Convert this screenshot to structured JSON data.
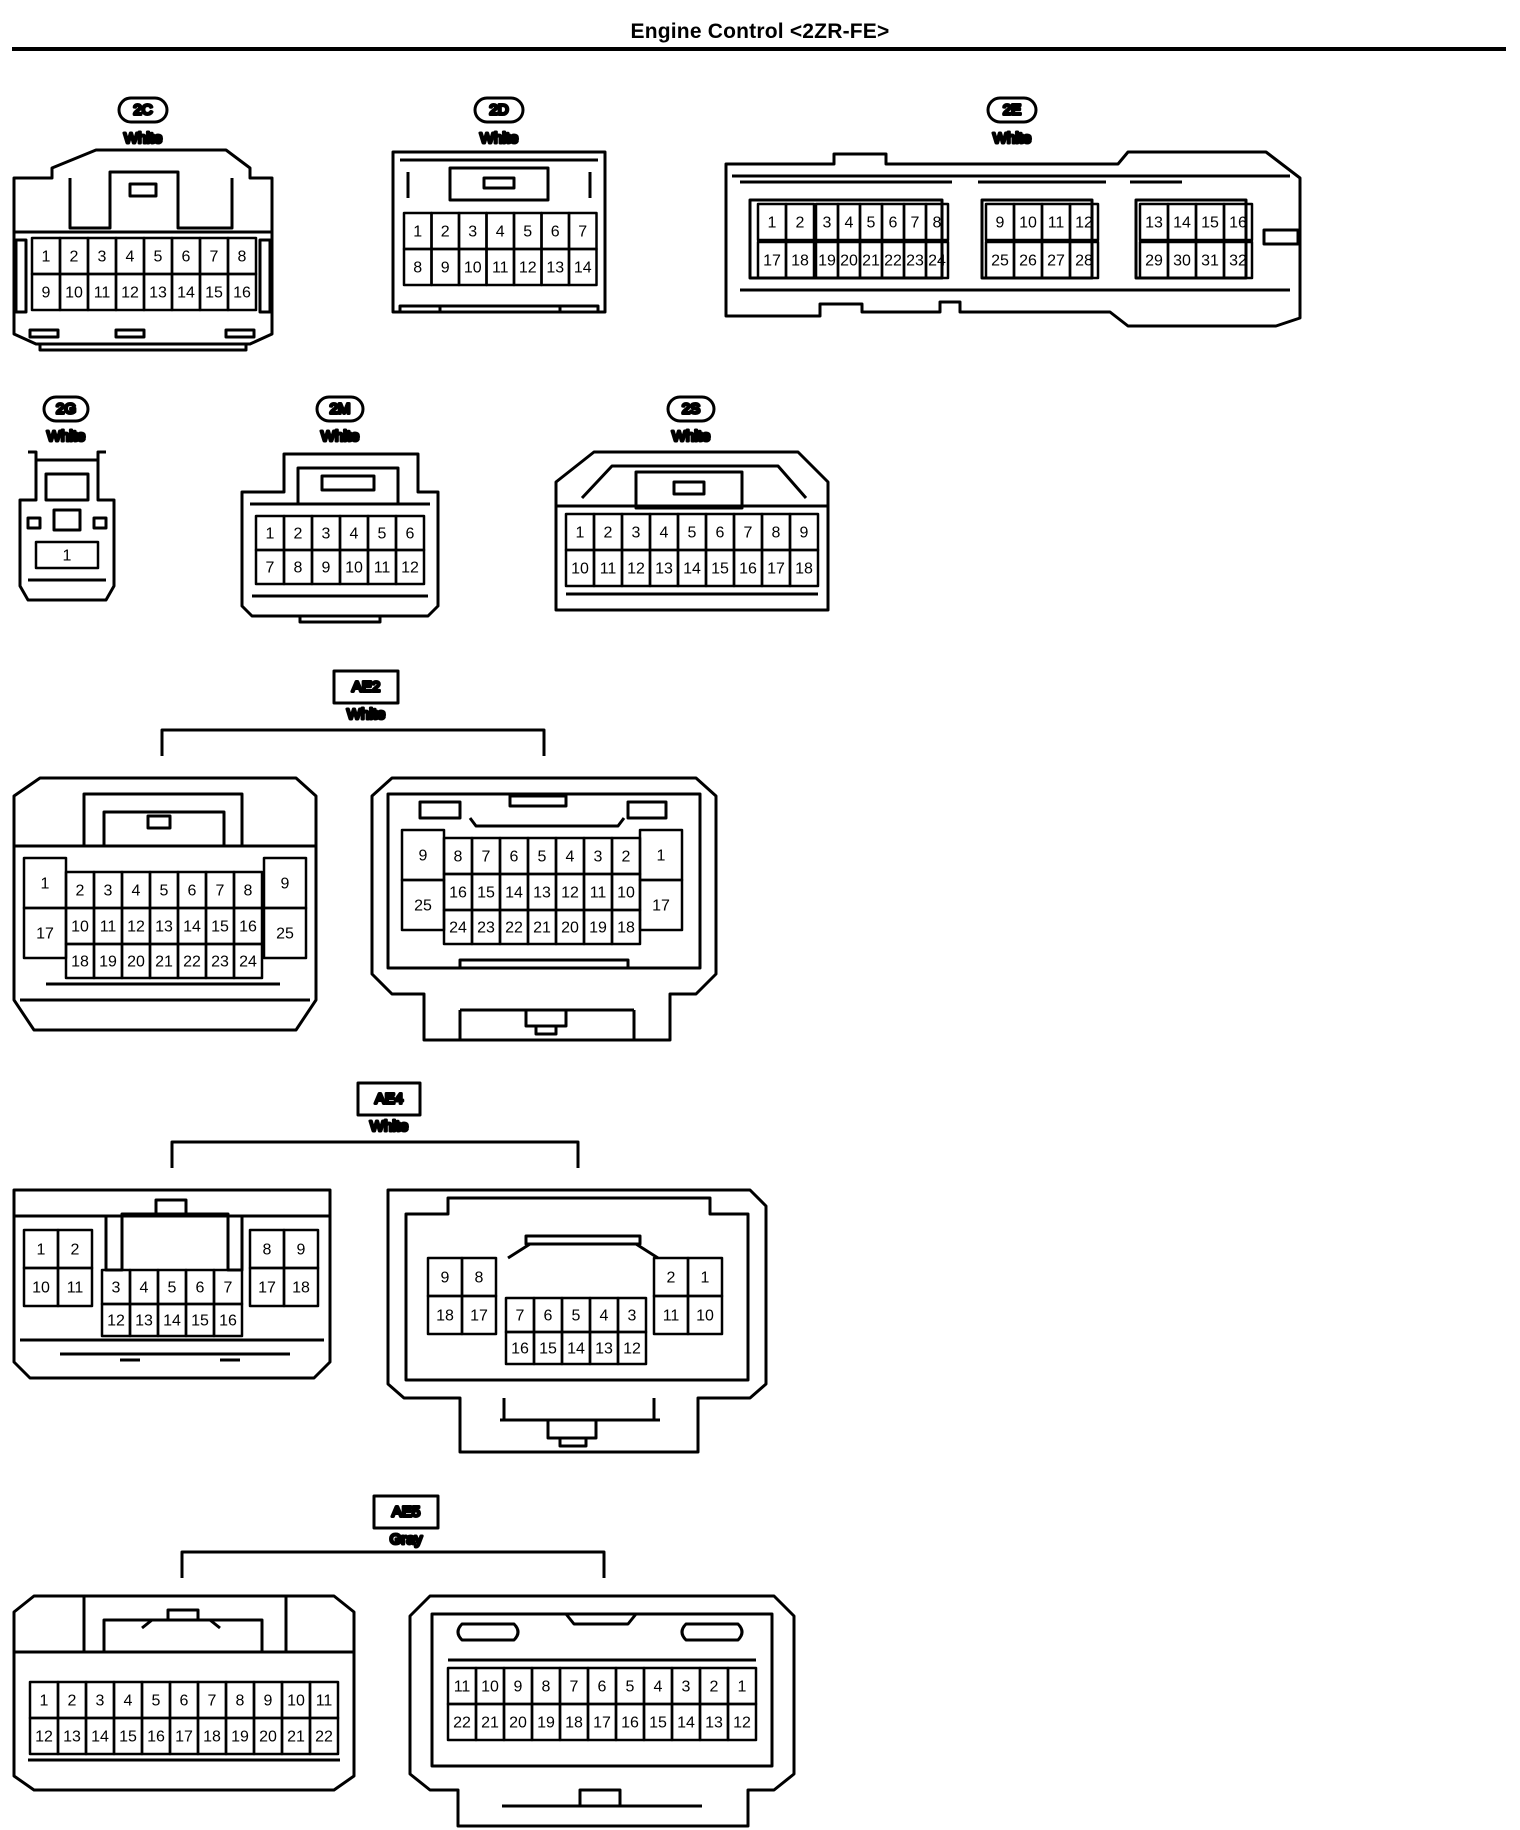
{
  "title": "Engine Control <2ZR-FE>",
  "connectors": [
    {
      "id": "2C",
      "color": "White",
      "cavities": [
        [
          "1",
          "2",
          "3",
          "4",
          "5",
          "6",
          "7",
          "8"
        ],
        [
          "9",
          "10",
          "11",
          "12",
          "13",
          "14",
          "15",
          "16"
        ]
      ]
    },
    {
      "id": "2D",
      "color": "White",
      "cavities": [
        [
          "1",
          "2",
          "3",
          "4",
          "5",
          "6",
          "7"
        ],
        [
          "8",
          "9",
          "10",
          "11",
          "12",
          "13",
          "14"
        ]
      ]
    },
    {
      "id": "2E",
      "color": "White",
      "cavities": [
        [
          "1",
          "2",
          "3",
          "4",
          "5",
          "6",
          "7",
          "8",
          "9",
          "10",
          "11",
          "12",
          "13",
          "14",
          "15",
          "16"
        ],
        [
          "17",
          "18",
          "19",
          "20",
          "21",
          "22",
          "23",
          "24",
          "25",
          "26",
          "27",
          "28",
          "29",
          "30",
          "31",
          "32"
        ]
      ]
    },
    {
      "id": "2G",
      "color": "White",
      "cavities": [
        [
          "1"
        ]
      ]
    },
    {
      "id": "2M",
      "color": "White",
      "cavities": [
        [
          "1",
          "2",
          "3",
          "4",
          "5",
          "6"
        ],
        [
          "7",
          "8",
          "9",
          "10",
          "11",
          "12"
        ]
      ]
    },
    {
      "id": "2S",
      "color": "White",
      "cavities": [
        [
          "1",
          "2",
          "3",
          "4",
          "5",
          "6",
          "7",
          "8",
          "9"
        ],
        [
          "10",
          "11",
          "12",
          "13",
          "14",
          "15",
          "16",
          "17",
          "18"
        ]
      ]
    },
    {
      "id": "AE2",
      "color": "White",
      "cavities_male": [
        [
          "1",
          "2",
          "3",
          "4",
          "5",
          "6",
          "7",
          "8",
          "9"
        ],
        [
          "17",
          "10",
          "11",
          "12",
          "13",
          "14",
          "15",
          "16",
          "25"
        ],
        [
          "18",
          "19",
          "20",
          "21",
          "22",
          "23",
          "24"
        ]
      ],
      "cavities_female": [
        [
          "9",
          "8",
          "7",
          "6",
          "5",
          "4",
          "3",
          "2",
          "1"
        ],
        [
          "25",
          "16",
          "15",
          "14",
          "13",
          "12",
          "11",
          "10",
          "17"
        ],
        [
          "24",
          "23",
          "22",
          "21",
          "20",
          "19",
          "18"
        ]
      ]
    },
    {
      "id": "AE4",
      "color": "White",
      "cavities_male": [
        [
          "1",
          "2",
          "8",
          "9"
        ],
        [
          "10",
          "11",
          "17",
          "18"
        ],
        [
          "3",
          "4",
          "5",
          "6",
          "7"
        ],
        [
          "12",
          "13",
          "14",
          "15",
          "16"
        ]
      ],
      "cavities_female": [
        [
          "9",
          "8",
          "2",
          "1"
        ],
        [
          "18",
          "17",
          "11",
          "10"
        ],
        [
          "7",
          "6",
          "5",
          "4",
          "3"
        ],
        [
          "16",
          "15",
          "14",
          "13",
          "12"
        ]
      ]
    },
    {
      "id": "AE5",
      "color": "Gray",
      "cavities_male": [
        [
          "1",
          "2",
          "3",
          "4",
          "5",
          "6",
          "7",
          "8",
          "9",
          "10",
          "11"
        ],
        [
          "12",
          "13",
          "14",
          "15",
          "16",
          "17",
          "18",
          "19",
          "20",
          "21",
          "22"
        ]
      ],
      "cavities_female": [
        [
          "11",
          "10",
          "9",
          "8",
          "7",
          "6",
          "5",
          "4",
          "3",
          "2",
          "1"
        ],
        [
          "22",
          "21",
          "20",
          "19",
          "18",
          "17",
          "16",
          "15",
          "14",
          "13",
          "12"
        ]
      ]
    }
  ]
}
